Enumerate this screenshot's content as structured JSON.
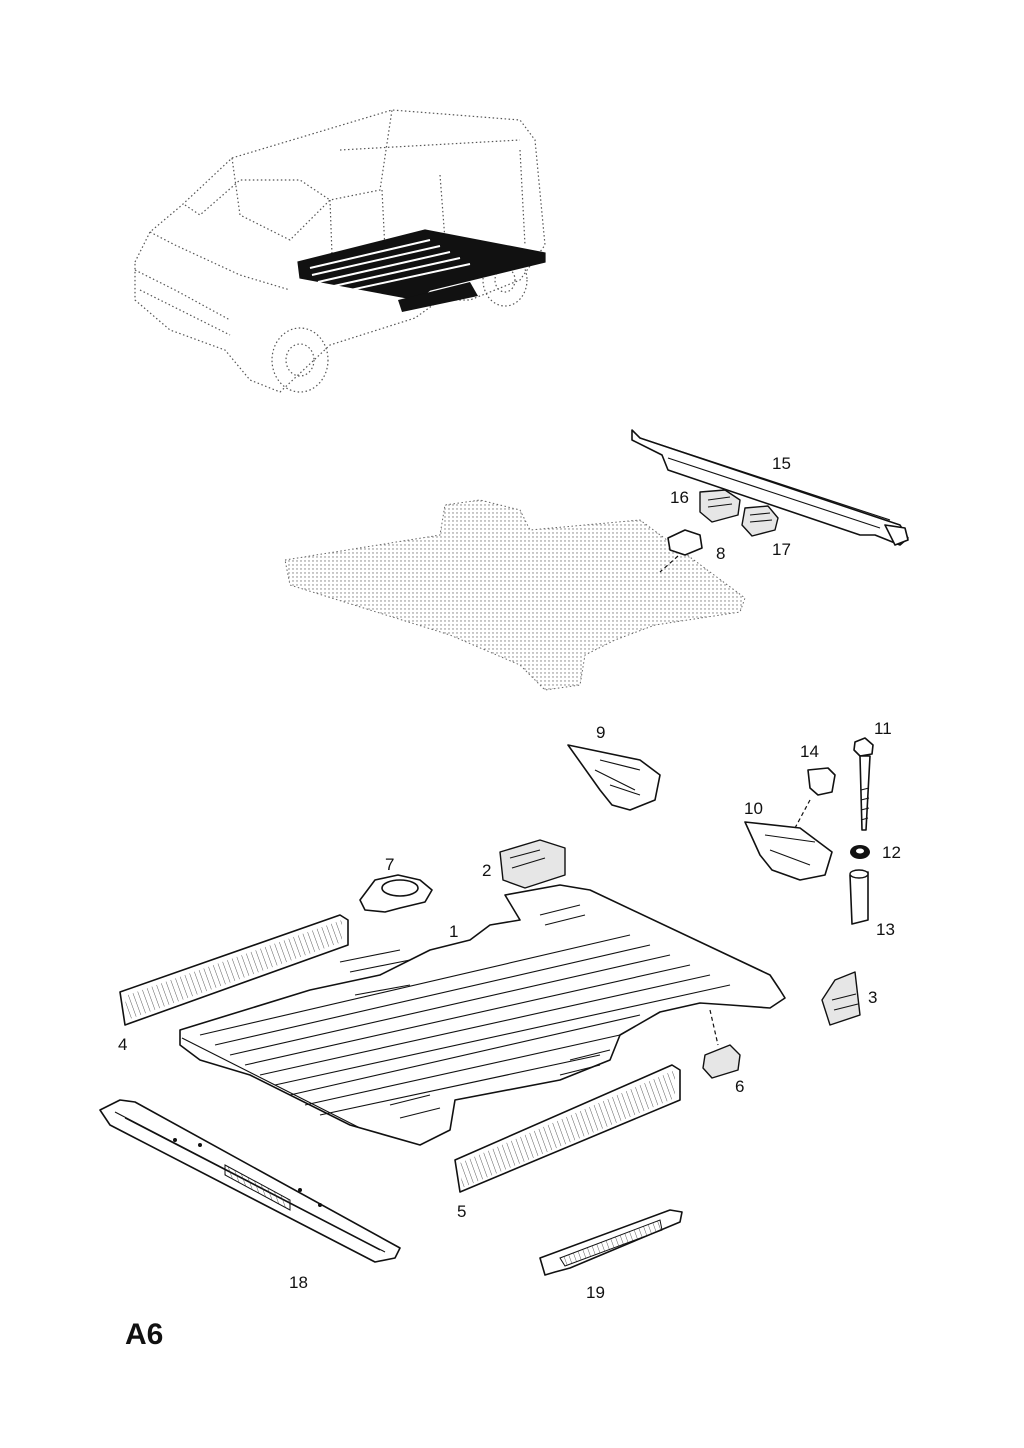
{
  "page_code": "A6",
  "callouts": [
    {
      "id": "1",
      "label": "1"
    },
    {
      "id": "2",
      "label": "2"
    },
    {
      "id": "3",
      "label": "3"
    },
    {
      "id": "4",
      "label": "4"
    },
    {
      "id": "5",
      "label": "5"
    },
    {
      "id": "6",
      "label": "6"
    },
    {
      "id": "7",
      "label": "7"
    },
    {
      "id": "8",
      "label": "8"
    },
    {
      "id": "9",
      "label": "9"
    },
    {
      "id": "10",
      "label": "10"
    },
    {
      "id": "11",
      "label": "11"
    },
    {
      "id": "12",
      "label": "12"
    },
    {
      "id": "13",
      "label": "13"
    },
    {
      "id": "14",
      "label": "14"
    },
    {
      "id": "15",
      "label": "15"
    },
    {
      "id": "16",
      "label": "16"
    },
    {
      "id": "17",
      "label": "17"
    },
    {
      "id": "18",
      "label": "18"
    },
    {
      "id": "19",
      "label": "19"
    }
  ],
  "colors": {
    "ink": "#111111",
    "background": "#ffffff",
    "highlight": "#111111"
  }
}
